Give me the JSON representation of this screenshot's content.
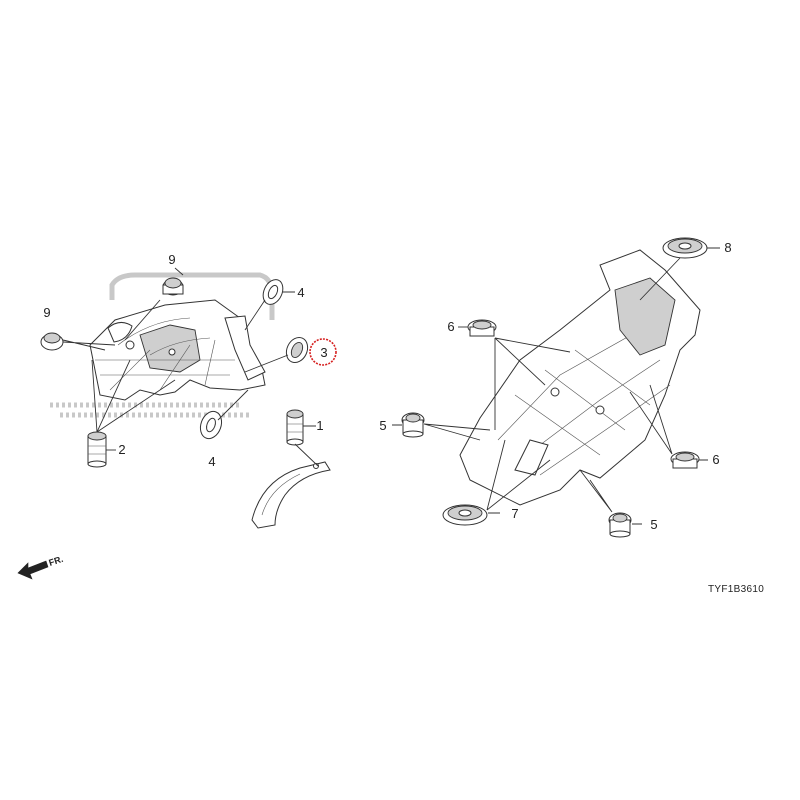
{
  "diagram": {
    "code": "TYF1B3610",
    "front_label": "FR.",
    "callouts": {
      "c1": "1",
      "c2": "2",
      "c3": "3",
      "c4a": "4",
      "c4b": "4",
      "c5a": "5",
      "c5b": "5",
      "c6a": "6",
      "c6b": "6",
      "c7": "7",
      "c8": "8",
      "c9a": "9",
      "c9b": "9"
    },
    "highlighted_callout": "3",
    "highlight_color": "#d62020",
    "line_color": "#333333",
    "shading_color": "#cfcfcf",
    "icons": [
      "front-direction-arrow-icon"
    ]
  }
}
